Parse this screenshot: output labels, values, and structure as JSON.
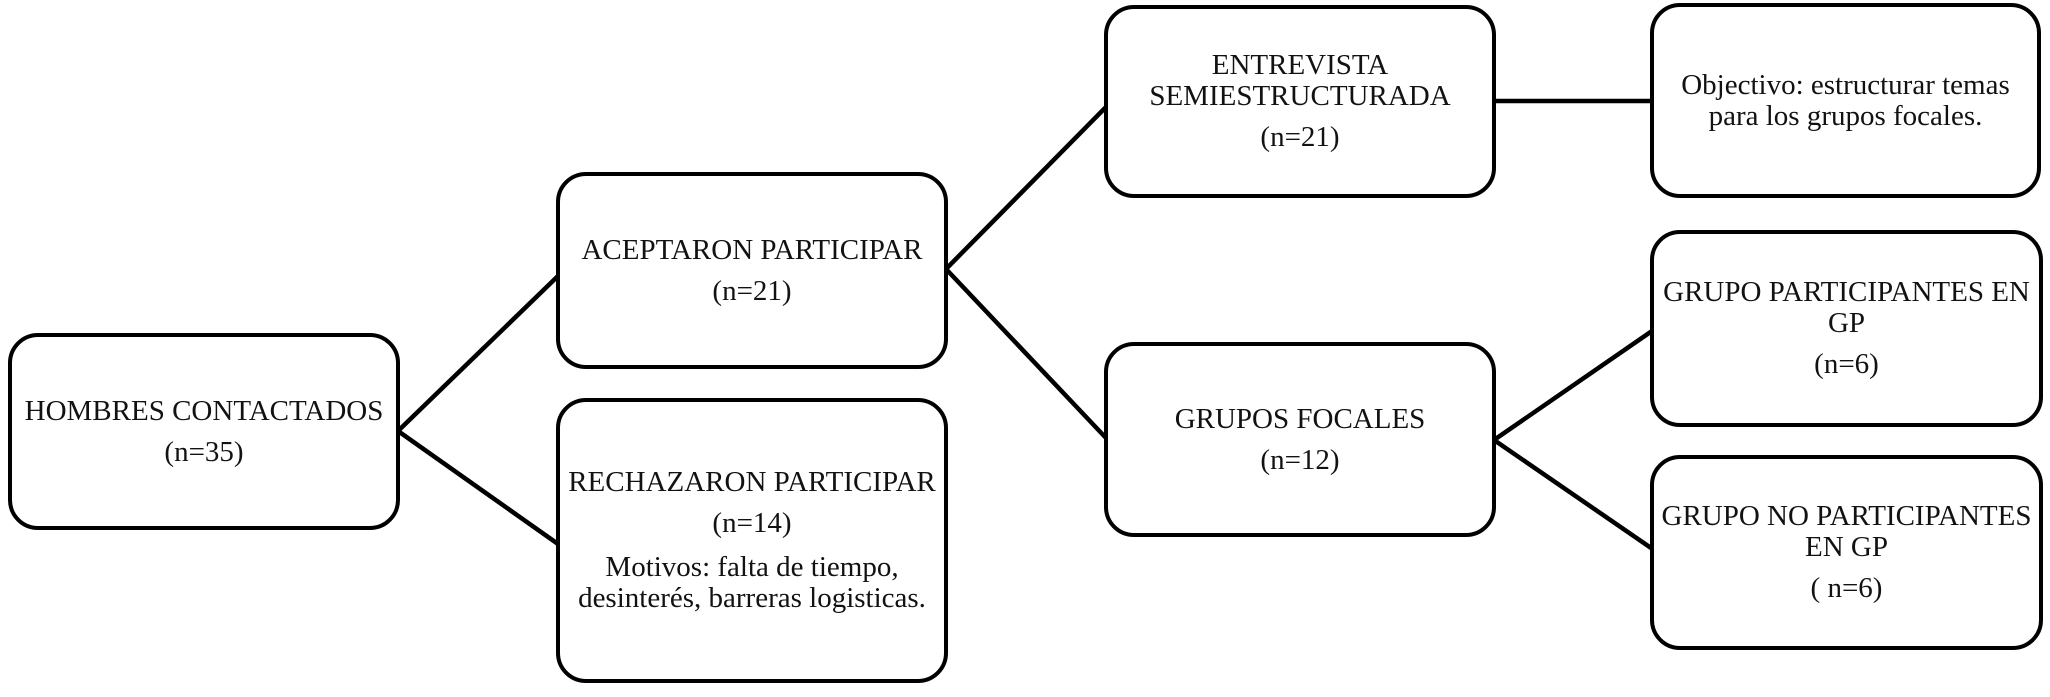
{
  "diagram": {
    "type": "flowchart",
    "background_color": "#ffffff",
    "line_color": "#000000",
    "text_color": "#121212",
    "nodes": [
      {
        "id": "hombres-contactados",
        "title": "HOMBRES CONTACTADOS",
        "n": "(n=35)"
      },
      {
        "id": "aceptaron-participar",
        "title": "ACEPTARON PARTICIPAR",
        "n": "(n=21)"
      },
      {
        "id": "rechazaron-participar",
        "title": "RECHAZARON PARTICIPAR",
        "n": "(n=14)",
        "note": "Motivos: falta de tiempo,\ndesinterés, barreras logisticas."
      },
      {
        "id": "entrevista-semiestructurada",
        "title": "ENTREVISTA\nSEMIESTRUCTURADA",
        "n": "(n=21)"
      },
      {
        "id": "objetivo-entrevista",
        "title": "Objectivo: estructurar temas\npara los grupos focales."
      },
      {
        "id": "grupos-focales",
        "title": "GRUPOS FOCALES",
        "n": "(n=12)"
      },
      {
        "id": "grupo-participantes-gp",
        "title": "GRUPO PARTICIPANTES EN\nGP",
        "n": "(n=6)"
      },
      {
        "id": "grupo-no-participantes-gp",
        "title": "GRUPO NO PARTICIPANTES\nEN GP",
        "n": "( n=6)"
      }
    ],
    "edges": [
      {
        "from": "hombres-contactados",
        "to": "aceptaron-participar"
      },
      {
        "from": "hombres-contactados",
        "to": "rechazaron-participar"
      },
      {
        "from": "aceptaron-participar",
        "to": "entrevista-semiestructurada"
      },
      {
        "from": "aceptaron-participar",
        "to": "grupos-focales"
      },
      {
        "from": "entrevista-semiestructurada",
        "to": "objetivo-entrevista"
      },
      {
        "from": "grupos-focales",
        "to": "grupo-participantes-gp"
      },
      {
        "from": "grupos-focales",
        "to": "grupo-no-participantes-gp"
      }
    ]
  }
}
